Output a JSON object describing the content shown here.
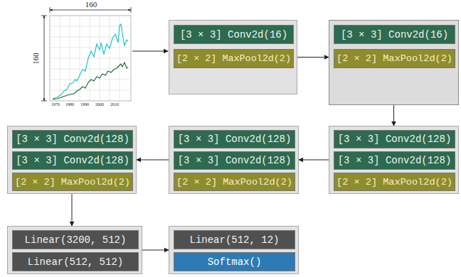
{
  "diagram": {
    "nodes": [
      {
        "text": []
      },
      {
        "text": [
          "[3 × 3] Conv2d(16)"
        ],
        "in": 0
      },
      {
        "text": [
          "[2 × 2] MaxPool2d(2)"
        ],
        "in": 0
      },
      {
        "text": []
      },
      {
        "text": [
          "[3 × 3] Conv2d(16)"
        ],
        "in": 3
      },
      {
        "text": [
          "[2 × 2] MaxPool2d(2)"
        ],
        "in": 3
      },
      {
        "text": []
      },
      {
        "text": [
          "[3 × 3] Conv2d(128)"
        ],
        "in": 6
      },
      {
        "text": [
          "[3 × 3] Conv2d(128)"
        ],
        "in": 6
      },
      {
        "text": [
          "[2 × 2] MaxPool2d(2)"
        ],
        "in": 6
      },
      {
        "text": []
      },
      {
        "text": [
          "[3 × 3] Conv2d(128)"
        ],
        "in": 10
      },
      {
        "text": [
          "[3 × 3] Conv2d(128)"
        ],
        "in": 10
      },
      {
        "text": [
          "[2 × 2] MaxPool2d(2)"
        ],
        "in": 10
      },
      {
        "text": []
      },
      {
        "text": [
          "[3 × 3] Conv2d(128)"
        ],
        "in": 14
      },
      {
        "text": [
          "[3 × 3] Conv2d(128)"
        ],
        "in": 14
      },
      {
        "text": [
          "[2 × 2] MaxPool2d(2)"
        ],
        "in": 14
      },
      {
        "text": []
      },
      {
        "text": [
          "Linear(3200, 512)"
        ],
        "in": 18
      },
      {
        "text": [
          "Linear(512, 512)"
        ],
        "in": 18
      },
      {
        "text": []
      },
      {
        "text": [
          "Linear(512, 12)"
        ],
        "in": 21
      },
      {
        "text": [
          "Softmax()"
        ],
        "in": 21
      }
    ],
    "edges": [
      {
        "from": 0,
        "to": 3,
        "arrow": "to"
      },
      {
        "from": 3,
        "to": 6,
        "arrow": "to"
      },
      {
        "from": 6,
        "to": 10,
        "arrow": "to"
      },
      {
        "from": 10,
        "to": 14,
        "arrow": "to"
      },
      {
        "from": 14,
        "to": 18,
        "arrow": "to"
      },
      {
        "from": 18,
        "to": 21,
        "arrow": "to"
      }
    ],
    "labels": [
      "160",
      "160",
      "1970",
      "1980",
      "1990",
      "2000",
      "2010"
    ]
  }
}
